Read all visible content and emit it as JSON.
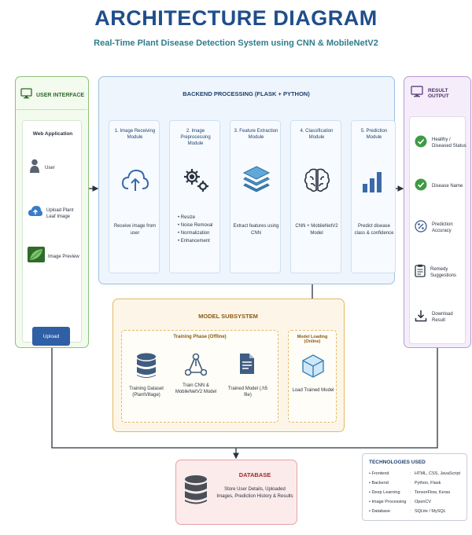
{
  "title": "ARCHITECTURE DIAGRAM",
  "subtitle": "Real-Time Plant Disease Detection System using CNN & MobileNetV2",
  "user_interface": {
    "heading": "USER INTERFACE",
    "app_title": "Web Application",
    "user_label": "User",
    "upload_label": "Upload Plant Leaf Image",
    "preview_label": "Image Preview",
    "upload_button": "Upload"
  },
  "backend": {
    "heading": "BACKEND PROCESSING (FLASK + PYTHON)",
    "modules": [
      {
        "title": "1. Image Receiving Module",
        "desc": "Receive image from user",
        "icon": "cloud-upload-icon"
      },
      {
        "title": "2. Image Preprocessing Module",
        "desc": "",
        "icon": "gears-icon",
        "steps": [
          "Resize",
          "Noise Removal",
          "Normalization",
          "Enhancement"
        ]
      },
      {
        "title": "3. Feature Extraction Module",
        "desc": "Extract features using CNN",
        "icon": "layers-icon"
      },
      {
        "title": "4. Classification Module",
        "desc": "CNN + MobileNetV2 Model",
        "icon": "brain-icon"
      },
      {
        "title": "5. Prediction Module",
        "desc": "Predict disease class & confidence",
        "icon": "bar-chart-icon"
      }
    ]
  },
  "result": {
    "heading": "RESULT OUTPUT",
    "items": [
      {
        "label": "Healthy / Diseased Status",
        "icon": "check-circle-icon"
      },
      {
        "label": "Disease Name",
        "icon": "check-circle-icon"
      },
      {
        "label": "Prediction Accuracy",
        "icon": "percent-icon"
      },
      {
        "label": "Remedy Suggestions",
        "icon": "clipboard-icon"
      },
      {
        "label": "Download Result",
        "icon": "download-icon"
      }
    ]
  },
  "model": {
    "heading": "MODEL SUBSYSTEM",
    "training_heading": "Training Phase (Offline)",
    "dataset_label": "Training Dataset (PlantVillage)",
    "train_label": "Train CNN & MobileNetV2 Model",
    "trained_label": "Trained Model (.h5 file)",
    "loading_heading": "Model Loading (Online)",
    "load_label": "Load Trained Model"
  },
  "database": {
    "heading": "DATABASE",
    "desc": "Store User Details, Uploaded Images, Prediction History & Results"
  },
  "technologies": {
    "heading": "TECHNOLOGIES USED",
    "rows": [
      {
        "k": "• Frontend",
        "v": "HTML, CSS, JavaScript"
      },
      {
        "k": "• Backend",
        "v": "Python, Flask"
      },
      {
        "k": "• Deep Learning",
        "v": "TensorFlow, Keras"
      },
      {
        "k": "• Image Processing",
        "v": "OpenCV"
      },
      {
        "k": "• Database",
        "v": "SQLite / MySQL"
      }
    ]
  },
  "colors": {
    "title": "#1f4e8c",
    "ui": "#8cc27a",
    "backend": "#9cc1e4",
    "result": "#b79bd2",
    "model": "#e2b964",
    "database": "#e6a3a3"
  }
}
